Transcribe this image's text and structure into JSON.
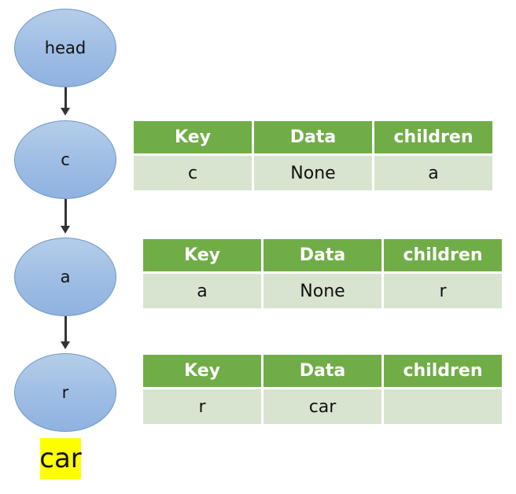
{
  "nodes": {
    "head": "head",
    "c": "c",
    "a": "a",
    "r": "r"
  },
  "tables": {
    "c": {
      "headers": [
        "Key",
        "Data",
        "children"
      ],
      "row": [
        "c",
        "None",
        "a"
      ]
    },
    "a": {
      "headers": [
        "Key",
        "Data",
        "children"
      ],
      "row": [
        "a",
        "None",
        "r"
      ]
    },
    "r": {
      "headers": [
        "Key",
        "Data",
        "children"
      ],
      "row": [
        "r",
        "car",
        ""
      ]
    }
  },
  "highlight_word": "car",
  "colors": {
    "node_fill": "#9ebde4",
    "table_header": "#70ad47",
    "table_cell": "#d8e4cf",
    "highlight": "#ffff00",
    "arrow": "#333333"
  }
}
